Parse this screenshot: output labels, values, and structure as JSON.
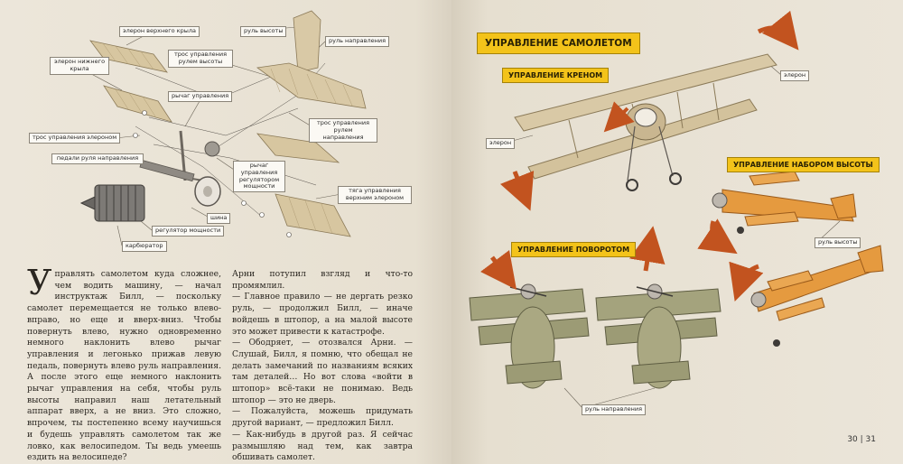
{
  "left_page": {
    "labels": {
      "upper_aileron": "элерон верхнего крыла",
      "lower_aileron": "элерон нижнего крыла",
      "elevator_cable": "трос управления рулем высоты",
      "elevator": "руль высоты",
      "rudder": "руль направления",
      "control_stick": "рычаг управления",
      "rudder_cable": "трос управления рулем направления",
      "aileron_cable": "трос управления элероном",
      "rudder_pedals": "педали руля направления",
      "throttle_lever": "рычаг управления регулятором мощности",
      "upper_aileron_rod": "тяга управления верхним элероном",
      "tire": "шина",
      "power_regulator": "регулятор мощности",
      "carburetor": "карбюратор"
    },
    "dropcap": "У",
    "column1": "правлять самолетом куда сложнее, чем водить машину, — начал инструктаж Билл, — поскольку самолет перемещается не только влево-вправо, но еще и вверх-вниз. Чтобы повернуть влево, нужно одновременно немного наклонить влево рычаг управления и легонько прижав левую педаль, повернуть влево руль направления. А после этого еще немного наклонить рычаг управления на себя, чтобы руль высоты направил наш летательный аппарат вверх, а не вниз. Это сложно, впрочем, ты постепенно всему научишься и будешь управлять самолетом так же ловко, как велосипедом. Ты ведь умеешь ездить на велосипеде?",
    "column2": [
      "Арни потупил взгляд и что-то промямлил.",
      "— Главное правило — не дергать резко руль, — продолжил Билл, — иначе войдешь в штопор, а на малой высоте это может привести к катастрофе.",
      "— Ободряет, — отозвался Арни. — Слушай, Билл, я помню, что обещал не делать замечаний по названиям всяких там деталей… Но вот слова «войти в штопор» всё-таки не понимаю. Ведь штопор — это не дверь.",
      "— Пожалуйста, можешь придумать другой вариант, — предложил Билл.",
      "— Как-нибудь в другой раз. Я сейчас размышляю над тем, как завтра обшивать самолет."
    ]
  },
  "right_page": {
    "title": "Управление самолетом",
    "sections": {
      "roll": "Управление креном",
      "pitch": "Управление набором высоты",
      "yaw": "Управление поворотом"
    },
    "labels": {
      "aileron_right": "элерон",
      "aileron_left": "элерон",
      "elevator": "руль высоты",
      "rudder": "руль направления"
    },
    "page_numbers": "30 | 31"
  },
  "colors": {
    "yellow_label": "#f3c31a",
    "arrow": "#c2531f",
    "wood": "#d9c9a6",
    "orange_plane": "#e59a3f",
    "green_plane": "#a4a37d"
  }
}
